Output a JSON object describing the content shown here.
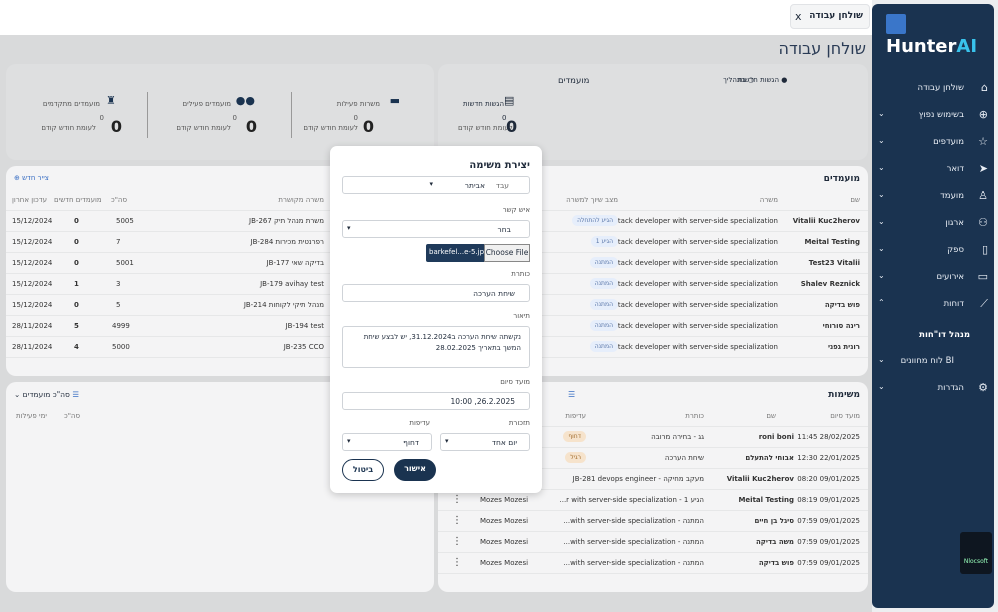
{
  "app": {
    "brand_main": "Hunter",
    "brand_ai": "AI",
    "corner_logo": "Nlocsoft"
  },
  "topbar": {
    "tab_label": "שולחן עבודה",
    "close": "x"
  },
  "page": {
    "title": "שולחן עבודה"
  },
  "sidebar": {
    "items": [
      {
        "label": "שולחן עבודה",
        "icon": "home-icon",
        "chev": ""
      },
      {
        "label": "בשימוש נפוץ",
        "icon": "plug-icon",
        "chev": "⌄"
      },
      {
        "label": "מועדפים",
        "icon": "star-icon",
        "chev": "⌄"
      },
      {
        "label": "דואר",
        "icon": "send-icon",
        "chev": "⌄"
      },
      {
        "label": "מועמד",
        "icon": "user-icon",
        "chev": "⌄"
      },
      {
        "label": "ארגון",
        "icon": "org-icon",
        "chev": "⌄"
      },
      {
        "label": "ספק",
        "icon": "book-icon",
        "chev": "⌄"
      },
      {
        "label": "אירועים",
        "icon": "calendar-icon",
        "chev": "⌄"
      },
      {
        "label": "דוחות",
        "icon": "chart-icon",
        "chev": "⌃"
      },
      {
        "label": "מנהל דו\"חות",
        "icon": "",
        "chev": ""
      },
      {
        "label": "לוח מחוונים BI",
        "icon": "",
        "chev": "⌄"
      },
      {
        "label": "הגדרות",
        "icon": "gear-icon",
        "chev": "⌄"
      }
    ]
  },
  "stats_left": [
    {
      "label": "משרות פעילות",
      "num": "0",
      "small": "0",
      "sub": "לעומת חודש קודם"
    },
    {
      "label": "מועמדים פעילים",
      "num": "0",
      "small": "0",
      "sub": "לעומת חודש קודם"
    },
    {
      "label": "מועמדים מתקדמים",
      "num": "0",
      "small": "0",
      "sub": "לעומת חודש קודם"
    }
  ],
  "stats_right": {
    "title": "מועמדים",
    "filter1": "הגשות חדשות",
    "filter2": "בתהליך",
    "label": "הגשות חדשות",
    "num": "0",
    "small": "0",
    "sub": "לעומת חודש קודם"
  },
  "jobs": {
    "new_label": "צייר חדש",
    "headers": [
      "משרה מקושרת",
      "סה\"כ",
      "מועמדים חדשים",
      "עדכון אחרון"
    ],
    "rows": [
      [
        "JB-267 משרת מנהל תיק",
        "5005",
        "0",
        "15/12/2024"
      ],
      [
        "JB-284 רפרנטית מכירות",
        "7",
        "0",
        "15/12/2024"
      ],
      [
        "JB-177 בדיקה שאי",
        "5001",
        "0",
        "15/12/2024"
      ],
      [
        "JB-179 avihay test",
        "3",
        "1",
        "15/12/2024"
      ],
      [
        "JB-214 מנהל תיקי לקוחות",
        "5",
        "0",
        "15/12/2024"
      ],
      [
        "JB-194 test",
        "4999",
        "5",
        "28/11/2024"
      ],
      [
        "JB-235 CCO",
        "5000",
        "4",
        "28/11/2024"
      ]
    ]
  },
  "candidates": {
    "title": "מועמדים",
    "headers": [
      "שם",
      "משרה",
      "מצב שיוך למשרה"
    ],
    "rows": [
      [
        "Vitalii Kuc2herov",
        "...1-stack developer with server-side specialization",
        "הגיע להתחלה"
      ],
      [
        "Meital Testing",
        "...1-stack developer with server-side specialization",
        "הגיע 1"
      ],
      [
        "Test23 Vitalii",
        "...1-stack developer with server-side specialization",
        "המתנה"
      ],
      [
        "Shalev Reznick",
        "...1-stack developer with server-side specialization",
        "המתנה"
      ],
      [
        "פוש בדיקה",
        "...1-stack developer with server-side specialization",
        "המתנה"
      ],
      [
        "רינה סורוחי",
        "...1-stack developer with server-side specialization",
        "המתנה"
      ],
      [
        "רונית גפני",
        "...1-stack developer with server-side specialization",
        "המתנה"
      ]
    ]
  },
  "tasks": {
    "title": "משימות",
    "headers": [
      "מועד סיום",
      "שם",
      "כותרת",
      "עדיפות"
    ],
    "rows": [
      [
        "11:45 28/02/2025",
        "roni boni",
        "גג - בחירה מרובה",
        "",
        "דחוף"
      ],
      [
        "12:30 22/01/2025",
        "אבוחי להתעלם",
        "שיחת הערכה",
        "",
        "רגיל"
      ],
      [
        "08:20 09/01/2025",
        "Vitalii Kuc2herov",
        "JB-281 devops engineer - מעקב מחיקה",
        "",
        ""
      ],
      [
        "08:19 09/01/2025",
        "Meital Testing",
        "...r with server-side specialization - הגיע 1",
        "Mozes Mozesi",
        ""
      ],
      [
        "07:59 09/01/2025",
        "סיגל בן חיים",
        "...with server-side specialization - המתנה",
        "Mozes Mozesi",
        ""
      ],
      [
        "07:59 09/01/2025",
        "משה בדיקה",
        "...with server-side specialization - המתנה",
        "Mozes Mozesi",
        ""
      ],
      [
        "07:59 09/01/2025",
        "פוש בדיקה",
        "...with server-side specialization - המתנה",
        "Mozes Mozesi",
        ""
      ]
    ]
  },
  "totals": {
    "title": "סה\"כ מועמדים",
    "headers": [
      "סה\"כ",
      "ימי פעילות"
    ]
  },
  "modal": {
    "title": "יצירת משימה",
    "assign_prefix": "עבד",
    "assign_value": "אביתר",
    "contact_label": "איש קשר",
    "contact_value": "בחר",
    "file_btn": "Choose File",
    "file_name": "barkefel...e-5.jpg",
    "title_label": "כותרת",
    "title_value": "שיחת הערכה",
    "desc_label": "תיאור",
    "desc_value": "נקשתה שיחת הערכה ב31.12.2024, יש לבצע שיחת המשך בתאריך 28.02.2025",
    "due_label": "מועד סיום",
    "due_value": "10:00 ,26.2.2025",
    "reminder_label": "תזכורת",
    "reminder_value": "יום אחד",
    "priority_label": "עדיפות",
    "priority_value": "דחוף",
    "ok": "אישור",
    "cancel": "ביטול"
  }
}
